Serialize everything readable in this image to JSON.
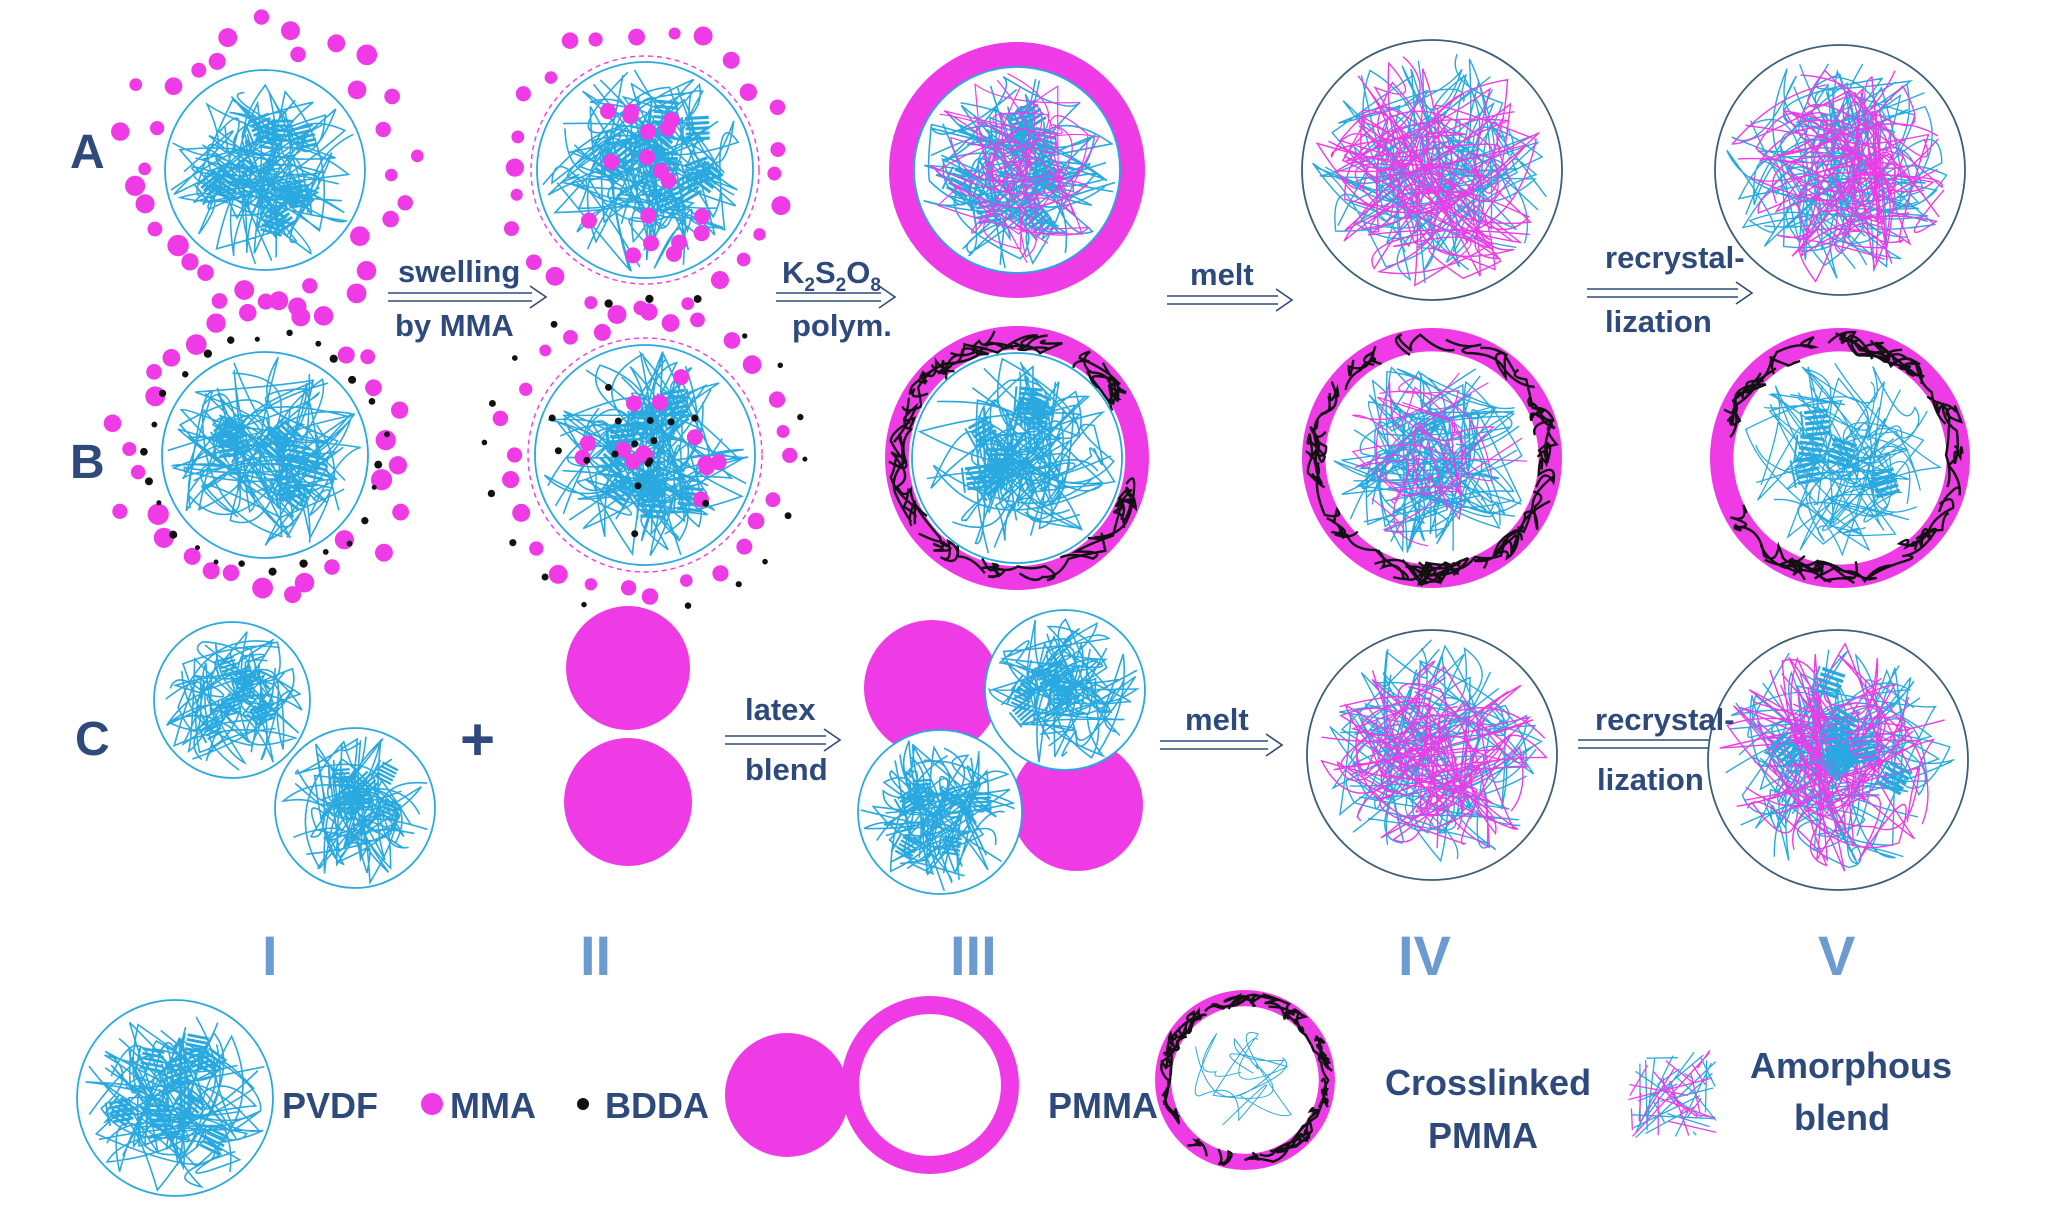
{
  "rows": {
    "a": "A",
    "b": "B",
    "c": "C"
  },
  "columns": {
    "i": "I",
    "ii": "II",
    "iii": "III",
    "iv": "IV",
    "v": "V"
  },
  "steps": {
    "swelling_line1": "swelling",
    "swelling_line2": "by MMA",
    "k2s2o8_k": "K",
    "k2s2o8_sub1": "2",
    "k2s2o8_s": "S",
    "k2s2o8_sub2": "2",
    "k2s2o8_o": "O",
    "k2s2o8_sub3": "8",
    "polym": "polym.",
    "melt": "melt",
    "recrystal_line1": "recrystal-",
    "recrystal_line2": "lization",
    "latex": "latex",
    "blend": "blend",
    "plus": "+"
  },
  "legend": {
    "pvdf": "PVDF",
    "mma": "MMA",
    "bdda": "BDDA",
    "pmma": "PMMA",
    "crosslinked_line1": "Crosslinked",
    "crosslinked_line2": "PMMA",
    "amorphous_line1": "Amorphous",
    "amorphous_line2": "blend"
  },
  "colors": {
    "pvdf": "#29a9e0",
    "pmma": "#ee3be6",
    "crosslink": "#111111",
    "label": "#2e4a7c",
    "roman": "#6b9bd1"
  }
}
